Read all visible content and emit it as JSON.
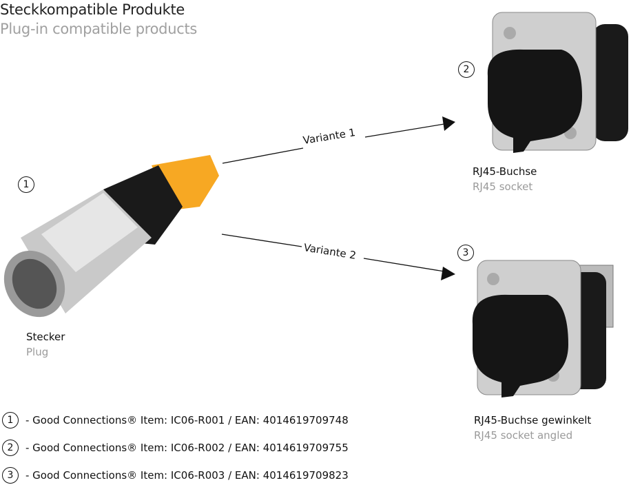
{
  "title": "Steckkompatible Produkte",
  "subtitle": "Plug-in compatible products",
  "plug": {
    "number": "1",
    "label": "Stecker",
    "sublabel": "Plug"
  },
  "socket": {
    "number": "2",
    "label": "RJ45-Buchse",
    "sublabel": "RJ45 socket"
  },
  "socket_angled": {
    "number": "3",
    "label": "RJ45-Buchse gewinkelt",
    "sublabel": "RJ45 socket angled"
  },
  "arrows": {
    "variant1": "Variante 1",
    "variant2": "Variante 2"
  },
  "items": [
    {
      "number": "1",
      "text": "- Good Connections® Item: IC06-R001 / EAN: 4014619709748"
    },
    {
      "number": "2",
      "text": "- Good Connections® Item: IC06-R002 / EAN: 4014619709755"
    },
    {
      "number": "3",
      "text": "- Good Connections® Item: IC06-R003 / EAN: 4014619709823"
    }
  ],
  "colors": {
    "boot": "#f7a823",
    "metal": "#c8c8c8",
    "black": "#1a1a1a"
  }
}
